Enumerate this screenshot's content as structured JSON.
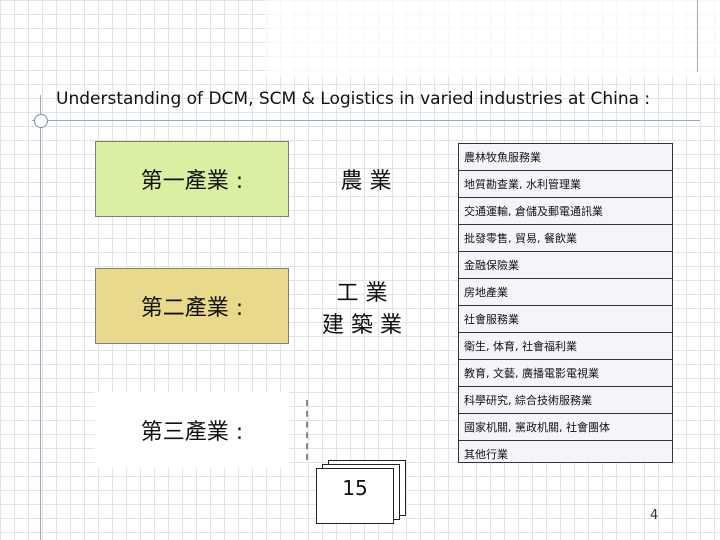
{
  "heading": "Understanding of DCM, SCM & Logistics in varied industries at China :",
  "categories": [
    {
      "label": "第一產業 :",
      "color": "#d9f0a3"
    },
    {
      "label": "第二產業 :",
      "color": "#e9d98a"
    },
    {
      "label": "第三產業 :",
      "color": "#ffffff"
    }
  ],
  "sectors": {
    "primary": "農 業",
    "secondary_line1": "工 業",
    "secondary_line2": "建 築 業"
  },
  "industries": [
    "農林牧魚服務業",
    "地質勘查業, 水利管理業",
    "交通運輸, 倉儲及郵電通訊業",
    "批發零售, 貿易, 餐飲業",
    "金融保險業",
    "房地產業",
    "社會服務業",
    "衛生, 体育, 社會福利業",
    "教育, 文藝, 廣播電影電視業",
    "科學研究, 綜合技術服務業",
    "國家机關, 黨政机關, 社會團体",
    "其他行業"
  ],
  "page_number": "15",
  "slide_number": "4"
}
